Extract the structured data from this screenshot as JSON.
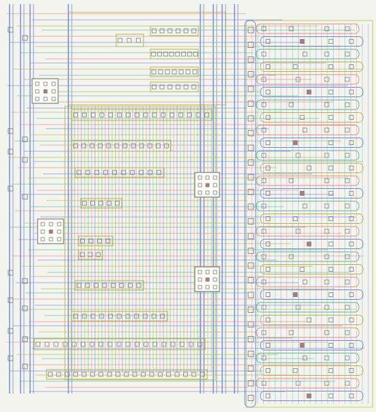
{
  "diagram": {
    "type": "ic-layout",
    "colors": {
      "paper": "#f4f4ef",
      "metal1": "#6f86d8",
      "metal2": "#e08a8a",
      "poly": "#b9b04a",
      "active": "#57b59a",
      "contact": "#7e7e7e",
      "well": "#cfcf7a",
      "via": "#9c6a9c"
    },
    "layers": [
      "metal1",
      "metal2",
      "poly",
      "active",
      "contact",
      "well",
      "via"
    ]
  }
}
